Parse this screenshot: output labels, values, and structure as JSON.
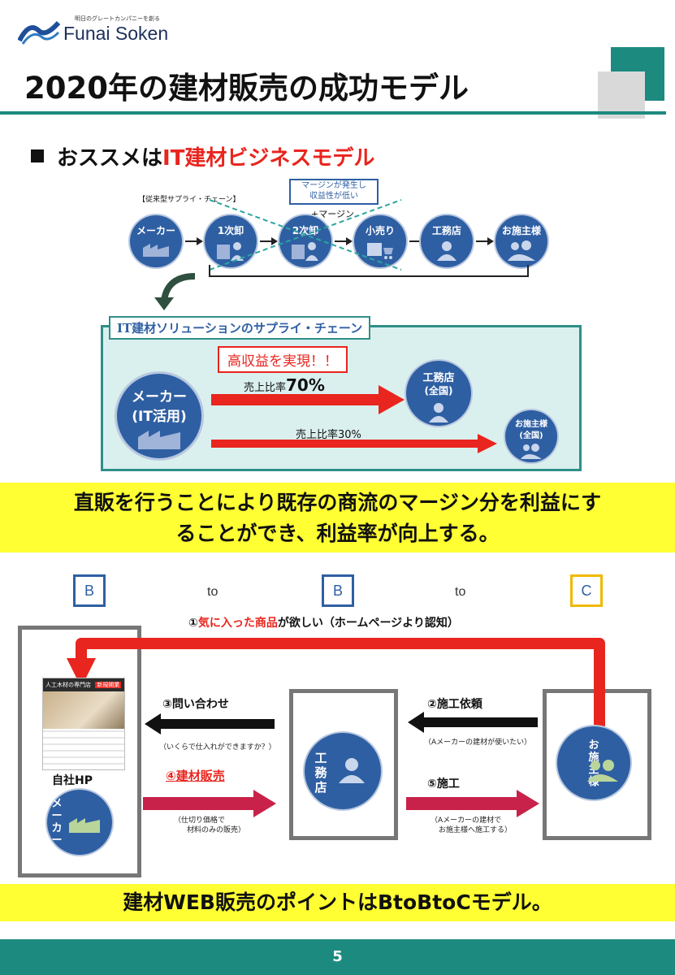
{
  "header": {
    "logo_tagline": "明日のグレートカンパニーを創る",
    "logo_name": "Funai Soken",
    "title": "2020年の建材販売の成功モデル"
  },
  "section1": {
    "lead_prefix": "おススメは",
    "lead_highlight": "IT建材ビジネスモデル",
    "conventional_label": "【従来型サプライ・チェーン】",
    "margin_note_line1": "マージンが発生し",
    "margin_note_line2": "収益性が低い",
    "plus_margin": "+マージン",
    "chain_nodes": [
      "メーカー",
      "1次卸",
      "2次卸",
      "小売り",
      "工務店",
      "お施主様"
    ],
    "it_chain_title": "IT建材ソリューションのサプライ・チェーン",
    "high_profit": "高収益を実現！！",
    "maker_line1": "メーカー",
    "maker_line2": "(IT活用)",
    "sales_label_70_prefix": "売上比率",
    "sales_label_70_value": "70%",
    "sales_label_30": "売上比率30%",
    "builder_line1": "工務店",
    "builder_line2": "(全国)",
    "owner_line1": "お施主様",
    "owner_line2": "(全国)"
  },
  "banner1": {
    "line1": "直販を行うことにより既存の商流のマージン分を利益にす",
    "line2": "ることができ、利益率が向上する。"
  },
  "section2": {
    "letters": [
      "B",
      "B",
      "C"
    ],
    "to_labels": [
      "to",
      "to"
    ],
    "step1_prefix": "①",
    "step1_highlight": "気に入った商品",
    "step1_suffix": "が欲しい（ホームページより認知）",
    "hp_label": "自社HP",
    "maker_label": "メーカー",
    "step3": "③問い合わせ",
    "step3_note": "（いくらで仕入れができますか？）",
    "step4": "④建材販売",
    "step4_note_line1": "（仕切り価格で",
    "step4_note_line2": "材料のみの販売）",
    "builder_label": "工務店",
    "step2": "②施工依頼",
    "step2_note": "（Aメーカーの建材が使いたい）",
    "step5": "⑤施工",
    "step5_note_line1": "（Aメーカーの建材で",
    "step5_note_line2": "お施主様へ施工する）",
    "owner_label": "お施主様",
    "mini_site_title": "人工木材の専門店",
    "mini_site_badge": "新規開業"
  },
  "banner2": {
    "text": "建材WEB販売のポイントはBtoBtoCモデル。"
  },
  "footer": {
    "page_number": "5"
  },
  "colors": {
    "teal": "#1d8a80",
    "navy": "#2f5fa3",
    "red": "#e8251e",
    "yellow": "#ffff33",
    "crimson": "#c8224a"
  }
}
